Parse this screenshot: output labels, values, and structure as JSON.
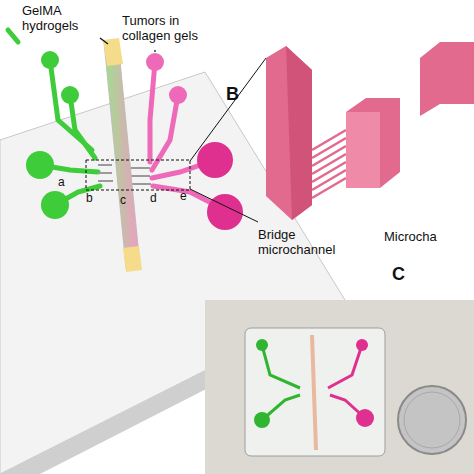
{
  "diagram": {
    "labels": [
      "GelMA hydrogels",
      "Tumors in collagen gels",
      "a",
      "b",
      "c",
      "d",
      "e",
      "B",
      "Bridge microchannel",
      "Microcha",
      "C"
    ]
  }
}
